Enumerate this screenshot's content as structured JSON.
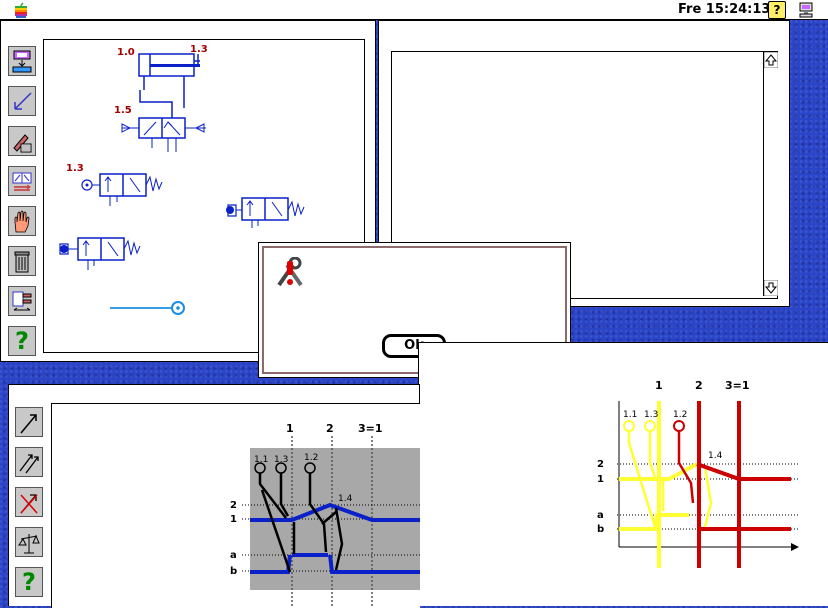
{
  "menubar": {
    "clock": "Fre 15:24:13",
    "help_glyph": "?"
  },
  "colors": {
    "desktop": "#2a44c8",
    "pneumatic_blue": "#0a20c8",
    "label_red": "#a00000",
    "signal_yellow": "#ffff33",
    "signal_red": "#cc0000",
    "diagram_bg": "#a8a8a8",
    "tool_bg": "#c8c8c8"
  },
  "top_left_window": {
    "tools": [
      {
        "icon": "library-icon"
      },
      {
        "icon": "connect-arrow-icon"
      },
      {
        "icon": "pencil-icon"
      },
      {
        "icon": "valve-switch-icon"
      },
      {
        "icon": "hand-icon"
      },
      {
        "icon": "trash-icon"
      },
      {
        "icon": "cylinder-icon"
      },
      {
        "icon": "help-icon",
        "glyph": "?"
      }
    ],
    "labels": {
      "cylinder": "1.0",
      "cylinder_port": "1.3",
      "valve_main": "1.5",
      "valve_button": "1.3"
    }
  },
  "dialog": {
    "ok_label": "Ok"
  },
  "bottom_left_window": {
    "tools": [
      {
        "icon": "single-arrow-icon"
      },
      {
        "icon": "double-arrow-icon"
      },
      {
        "icon": "cross-arrow-icon"
      },
      {
        "icon": "balance-icon"
      },
      {
        "icon": "help-icon",
        "glyph": "?"
      }
    ],
    "diagram": {
      "step_labels": [
        "1",
        "2",
        "3=1"
      ],
      "signal_labels": [
        "1.1",
        "1.3",
        "1.2",
        "1.4"
      ],
      "row_labels": [
        "2",
        "1",
        "a",
        "b"
      ]
    }
  },
  "bottom_right_window": {
    "diagram": {
      "step_labels": [
        "1",
        "2",
        "3=1"
      ],
      "signal_labels": [
        "1.1",
        "1.3",
        "1.2",
        "1.4"
      ],
      "row_labels": [
        "2",
        "1",
        "a",
        "b"
      ]
    }
  }
}
